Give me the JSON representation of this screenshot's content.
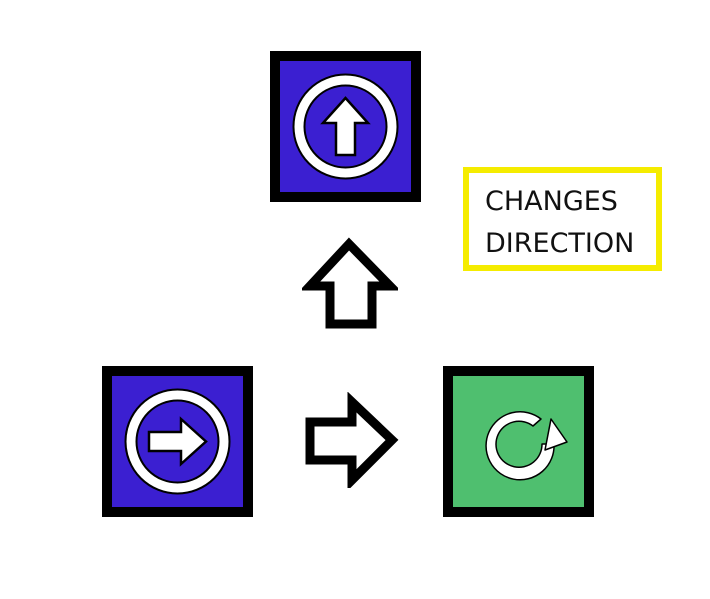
{
  "colors": {
    "tile_blue": "#3b1fd1",
    "tile_green": "#4fbf6f",
    "border": "#000000",
    "note_border": "#f5ec00",
    "glyph": "#ffffff"
  },
  "tiles": [
    {
      "name": "move-up-tile",
      "icon": "arrow-up-circle-icon",
      "fill": "tile_blue"
    },
    {
      "name": "move-right-tile",
      "icon": "arrow-right-circle-icon",
      "fill": "tile_blue"
    },
    {
      "name": "turn-tile",
      "icon": "rotate-clockwise-icon",
      "fill": "tile_green"
    }
  ],
  "connectors": [
    {
      "name": "connector-up-arrow",
      "icon": "outline-arrow-up-icon"
    },
    {
      "name": "connector-right-arrow",
      "icon": "outline-arrow-right-icon"
    }
  ],
  "note": {
    "lines": [
      "CHANGES",
      "DIRECTION"
    ]
  }
}
